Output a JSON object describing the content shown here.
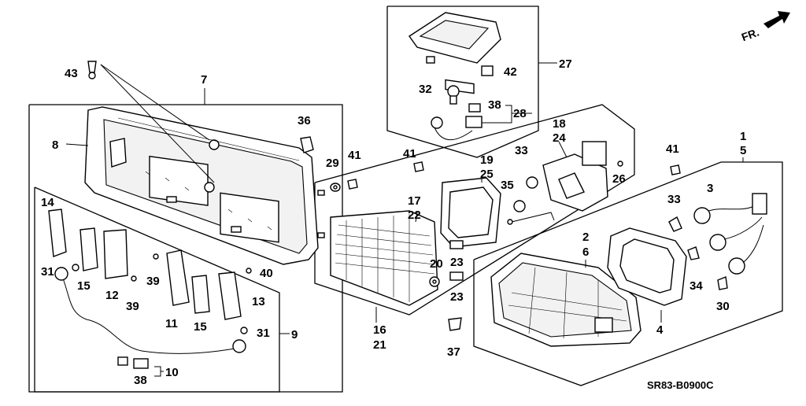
{
  "diagram": {
    "code": "SR83-B0900C",
    "direction_label": "FR.",
    "callouts": {
      "c1": "1",
      "c5": "5",
      "c2": "2",
      "c6": "6",
      "c3": "3",
      "c4": "4",
      "c7": "7",
      "c8": "8",
      "c9": "9",
      "c10": "10",
      "c11": "11",
      "c12": "12",
      "c13": "13",
      "c14": "14",
      "c15a": "15",
      "c15b": "15",
      "c16": "16",
      "c21": "21",
      "c17": "17",
      "c22": "22",
      "c18": "18",
      "c24": "24",
      "c19": "19",
      "c25": "25",
      "c20": "20",
      "c23a": "23",
      "c23b": "23",
      "c26": "26",
      "c27": "27",
      "c28": "28",
      "c29": "29",
      "c30": "30",
      "c31a": "31",
      "c31b": "31",
      "c32": "32",
      "c33a": "33",
      "c33b": "33",
      "c34": "34",
      "c35": "35",
      "c36": "36",
      "c37": "37",
      "c38a": "38",
      "c38b": "38",
      "c39a": "39",
      "c39b": "39",
      "c40": "40",
      "c41a": "41",
      "c41b": "41",
      "c41c": "41",
      "c42": "42",
      "c43": "43"
    }
  }
}
